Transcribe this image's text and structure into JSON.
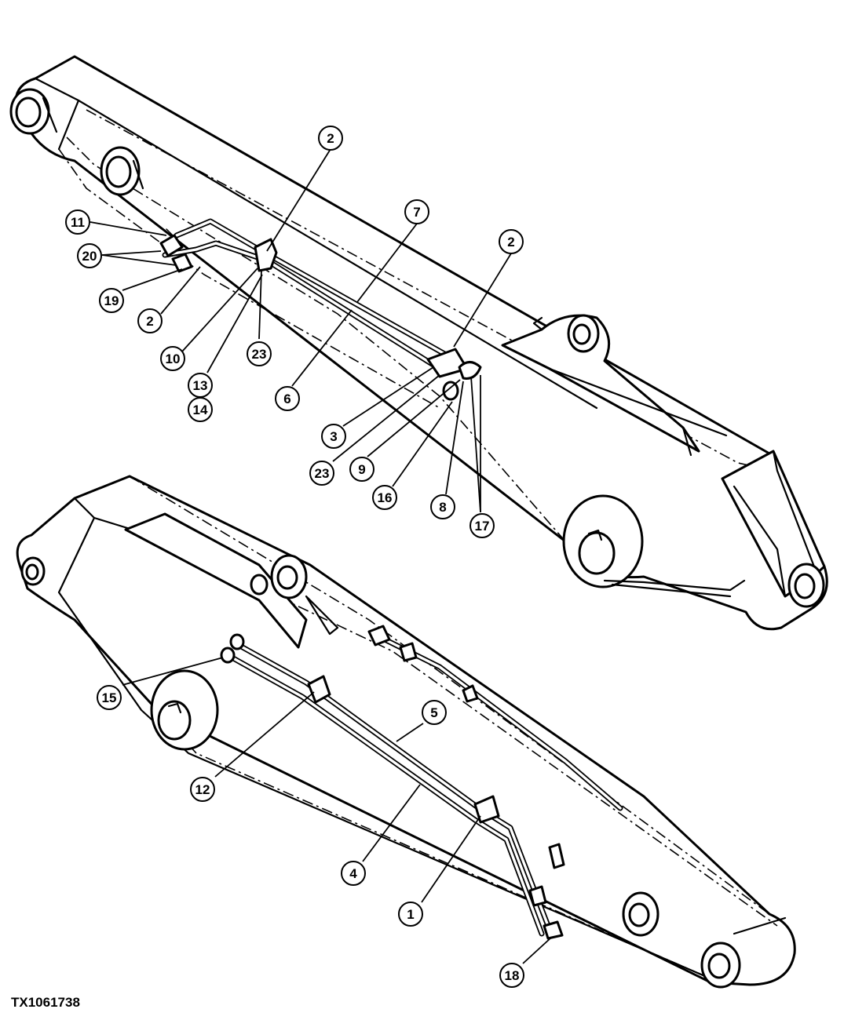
{
  "figure_id": "TX1061738",
  "callouts": [
    {
      "label": "2"
    },
    {
      "label": "7"
    },
    {
      "label": "2"
    },
    {
      "label": "11"
    },
    {
      "label": "20"
    },
    {
      "label": "19"
    },
    {
      "label": "2"
    },
    {
      "label": "10"
    },
    {
      "label": "23"
    },
    {
      "label": "13"
    },
    {
      "label": "14"
    },
    {
      "label": "6"
    },
    {
      "label": "3"
    },
    {
      "label": "23"
    },
    {
      "label": "9"
    },
    {
      "label": "16"
    },
    {
      "label": "8"
    },
    {
      "label": "17"
    },
    {
      "label": "15"
    },
    {
      "label": "5"
    },
    {
      "label": "12"
    },
    {
      "label": "4"
    },
    {
      "label": "1"
    },
    {
      "label": "18"
    }
  ]
}
